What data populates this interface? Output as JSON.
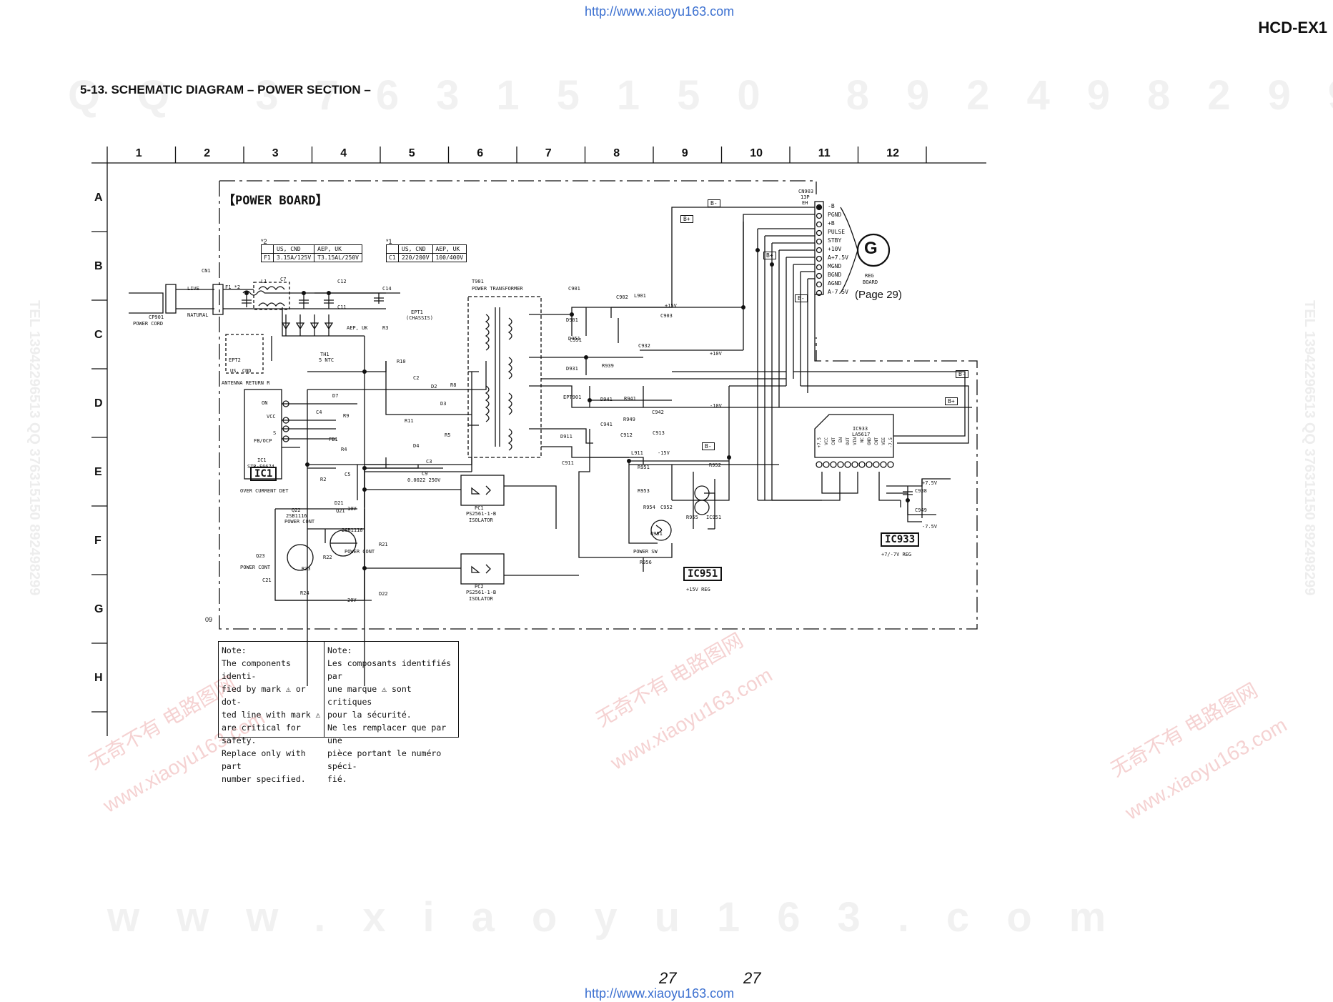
{
  "header": {
    "url": "http://www.xiaoyu163.com",
    "model": "HCD-EX1",
    "title": "5-13. SCHEMATIC DIAGRAM – POWER SECTION –"
  },
  "watermarks": {
    "row1": "QQ 376315150 892498299",
    "row_bottom": "www.xiaoyu163.com",
    "mid": "376315150 892498299",
    "side_left": "TEL 13942296513 QQ 376315150 892498299",
    "side_right": "TEL 13942296513 QQ 376315150 892498299",
    "pink_a": "无奇不有 电路图网",
    "pink_b": "www.xiaoyu163.com"
  },
  "grid": {
    "columns": [
      "1",
      "2",
      "3",
      "4",
      "5",
      "6",
      "7",
      "8",
      "9",
      "10",
      "11",
      "12"
    ],
    "rows": [
      "A",
      "B",
      "C",
      "D",
      "E",
      "F",
      "G",
      "H"
    ]
  },
  "board": {
    "name": "【POWER BOARD】",
    "corner": "09"
  },
  "connector": {
    "ref": "CN903",
    "type": "13P",
    "sub": "EH",
    "pins": [
      "-B",
      "PGND",
      "+B",
      "PULSE",
      "STBY",
      "+10V",
      "A+7.5V",
      "MGND",
      "BGND",
      "AGND",
      "A-7.5V"
    ],
    "target": "G",
    "target_label1": "REG",
    "target_label2": "BOARD",
    "page_ref": "(Page 29)"
  },
  "tables": {
    "t1": {
      "mark": "*2",
      "h1": "US, CND",
      "h2": "AEP, UK",
      "ref": "F1",
      "v1": "3.15A/125V",
      "v2": "T3.15AL/250V"
    },
    "t2": {
      "mark": "*1",
      "h1": "US, CND",
      "h2": "AEP, UK",
      "ref": "C1",
      "v1": "220/200V",
      "v2": "100/400V"
    }
  },
  "labels": {
    "cp901": "CP901",
    "power_cord": "POWER CORD",
    "cn1": "CN1",
    "live": "LIVE",
    "natural": "NATURAL",
    "f1": "F1 *2",
    "l1": "L1",
    "c7": "C7",
    "c12": "C12",
    "c11": "C11",
    "c14": "C14",
    "ept1": "EPT1",
    "chassis": "(CHASSIS)",
    "ept2": "EPT2",
    "us_cnd": "US, CND",
    "antenna": "ANTENNA RETURN R",
    "t901": "T901",
    "power_transformer": "POWER TRANSFORMER",
    "th1": "TH1",
    "ntc": "5 NTC",
    "aep_uk": "AEP, UK",
    "r3": "R3",
    "r10": "R10",
    "c2": "C2",
    "d2": "D2",
    "r8": "R8",
    "d3": "D3",
    "r11": "R11",
    "d4": "D4",
    "r5": "R5",
    "c3": "C3",
    "ic1_ref": "IC1",
    "ic1_part": "STR-F6674",
    "ic1_box": "IC1",
    "over_current": "OVER CURRENT DET",
    "on": "ON",
    "vcc": "VCC",
    "s": "S",
    "fb": "FB/OCP",
    "d7": "D7",
    "c4": "C4",
    "r9": "R9",
    "fb1": "FB1",
    "r4": "R4",
    "r2": "R2",
    "c5": "C5",
    "c9": "C9",
    "c9v": "0.0022 250V",
    "pc1": "PC1",
    "pc1_part": "PS2561-1-B",
    "isolator": "ISOLATOR",
    "pc2": "PC2",
    "q21": "Q21",
    "q21_part": "2SB1116",
    "power_cont": "POWER CONT",
    "q22": "Q22",
    "q23": "Q23",
    "d21": "D21",
    "d22": "D22",
    "r21": "R21",
    "r22": "R22",
    "r23": "R23",
    "r24": "R24",
    "c21": "C21",
    "v10": "10V",
    "v20": "20V",
    "c901": "C901",
    "d901": "D901",
    "l901": "L901",
    "c902": "C902",
    "c903": "C903",
    "p15": "+15V",
    "p10": "+10V",
    "m10": "-10V",
    "m15": "-15V",
    "d951": "D951",
    "c951": "C951",
    "c932": "C932",
    "r939": "R939",
    "d931": "D931",
    "ept901": "EPT901",
    "d941": "D941",
    "r941": "R941",
    "c941": "C941",
    "r949": "R949",
    "c942": "C942",
    "d911": "D911",
    "c912": "C912",
    "c913": "C913",
    "c911": "C911",
    "l911": "L911",
    "r951": "R951",
    "r953": "R953",
    "r954": "R954",
    "c952": "C952",
    "q951": "Q951",
    "r955": "R955",
    "r952": "R952",
    "ic951": "IC951",
    "power_sw": "POWER SW",
    "r956": "R956",
    "ic951_box": "IC951",
    "ic951_func": "+15V REG",
    "ic933_ref": "IC933",
    "ic933_part": "LA5617",
    "ic933_box": "IC933",
    "ic933_func": "+7/-7V REG",
    "ic933_pins": [
      "+7.5",
      "VCC",
      "CNT",
      "EN",
      "OUT",
      "VIN",
      "NC",
      "GND",
      "CNT",
      "VEE",
      "-7.5"
    ],
    "c938": "C938",
    "c949": "C949",
    "p75": "+7.5V",
    "m75": "-7.5V",
    "bminus": "B-",
    "bplus": "B+"
  },
  "notes": {
    "en_title": "Note:",
    "en_lines": [
      "The components identi-",
      "fied by mark ⚠ or dot-",
      "ted line with mark ⚠",
      "are critical for safety.",
      "Replace only with part",
      "number specified."
    ],
    "fr_title": "Note:",
    "fr_lines": [
      "Les composants identifiés par",
      "une marque ⚠ sont critiques",
      "pour la sécurité.",
      "Ne les remplacer que par une",
      "pièce portant le numéro spéci-",
      "fié."
    ]
  },
  "footer": {
    "page_left": "27",
    "page_right": "27",
    "url": "http://www.xiaoyu163.com"
  }
}
